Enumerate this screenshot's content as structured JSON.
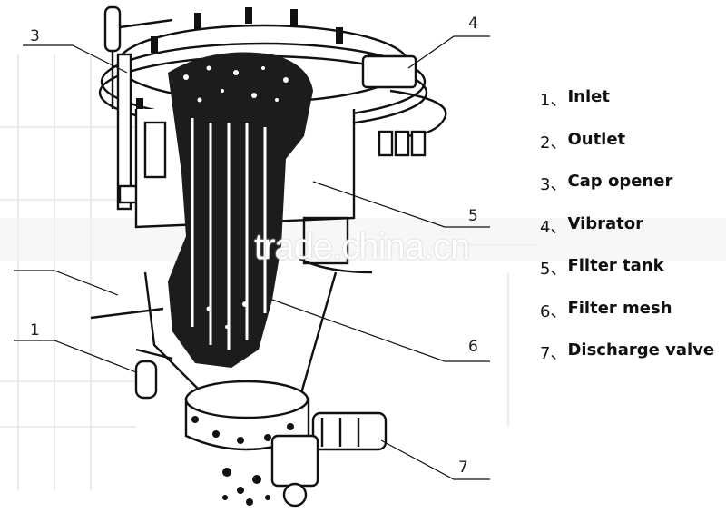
{
  "callouts": [
    {
      "num": "1"
    },
    {
      "num": "3"
    },
    {
      "num": "4"
    },
    {
      "num": "5"
    },
    {
      "num": "6"
    },
    {
      "num": "7"
    }
  ],
  "legend": [
    {
      "num": "1、",
      "label": "Inlet"
    },
    {
      "num": "2、",
      "label": "Outlet"
    },
    {
      "num": "3、",
      "label": "Cap opener"
    },
    {
      "num": "4、",
      "label": "Vibrator"
    },
    {
      "num": "5、",
      "label": "Filter tank"
    },
    {
      "num": "6、",
      "label": "Filter mesh"
    },
    {
      "num": "7、",
      "label": "Discharge valve"
    }
  ],
  "watermark": "trade.china.cn"
}
